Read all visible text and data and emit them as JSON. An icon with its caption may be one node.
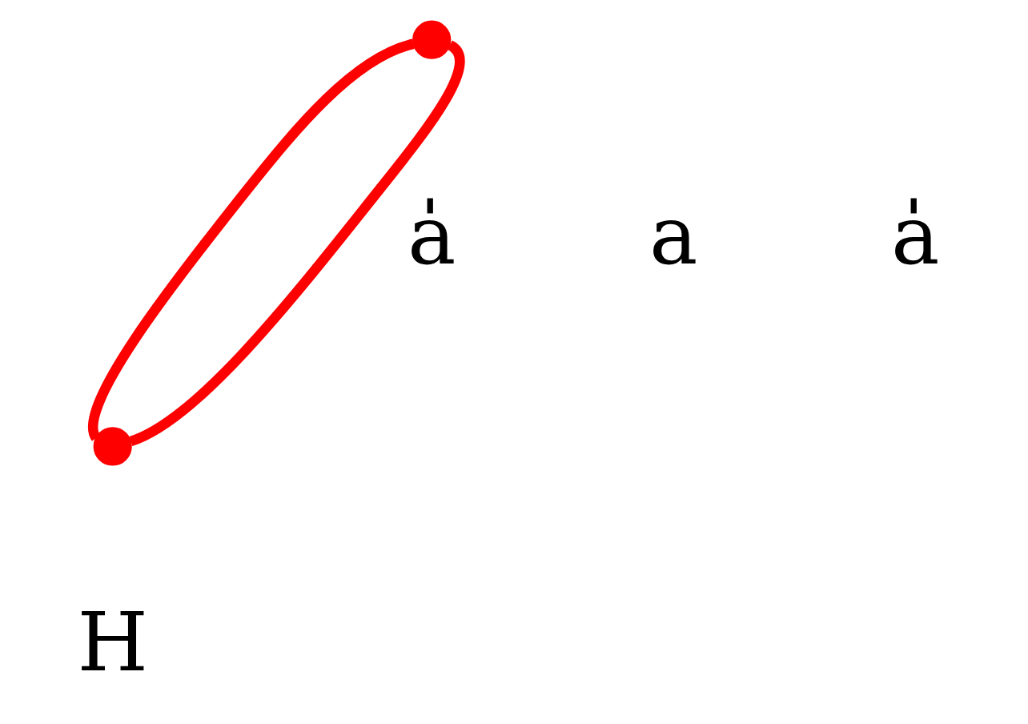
{
  "diagram": {
    "nodes": [
      {
        "text": [],
        "shape": "circle"
      },
      {
        "text": [],
        "shape": "circle"
      }
    ],
    "edges": [
      {
        "from": 0,
        "to": 1,
        "arrow": "none"
      },
      {
        "from": 0,
        "to": 1,
        "arrow": "none"
      }
    ],
    "labels": [
      "a̍",
      "a",
      "a̍",
      "H"
    ]
  }
}
